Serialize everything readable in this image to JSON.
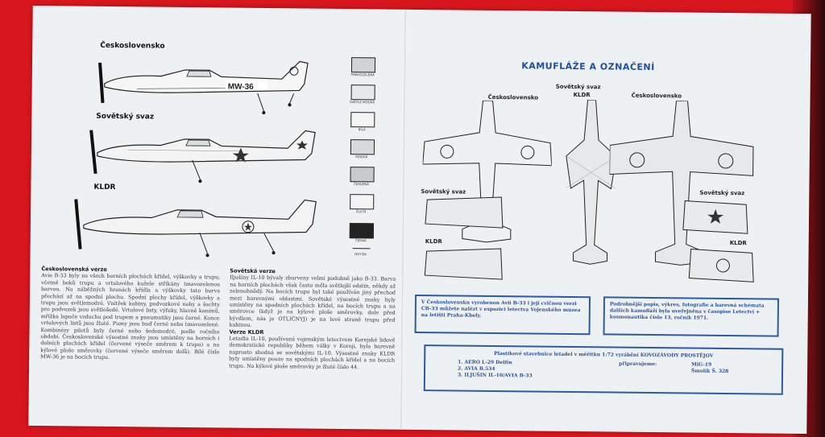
{
  "left": {
    "labels": {
      "cs": "Československo",
      "su": "Sovětský svaz",
      "kldr": "KLDR"
    },
    "plane_code": "MW-36",
    "legend": [
      "TMAVOZELENÁ",
      "SVĚTLE MODRÁ",
      "BÍLÁ",
      "MODRÁ",
      "ČERVENÁ",
      "ŽLUTÁ",
      "ČERNÁ",
      "ODTISK"
    ],
    "col1": {
      "heading": "Československá verze",
      "text": "Avie B-33 byly na všech horních plochách křídel, výškovky a trupu, včetně boků trupu a vrtulového kužele stříkány tmavozelenou barvou. Na náběžných hranách křídla a výškovky tato barva přechází až na spodní plochu. Spodní plochy křídel, výškovky a trupu jsou světlemodré. Vnitřek kabiny, podvozkové nohy a šachty pro podvozek jsou světlešedé. Vrtulové listy, výfuky, hlavně kanónů, mřížka lapače vzduchu pod trupem a pneumatiky jsou černé. Konce vrtulových listů jsou žluté. Pumy jsou buď černé nebo tmavozelené. Kombinézy pilotů byly černé nebo šedomodré, podle ročního období. Československé výsostné znaky jsou umístěny na horních i dolních plochách křídel (červené výseče směrem k trupu) a na kýlové ploše směrovky (červené výseče směrem dolů). Bílé číslo MW-36 je na bocích trupu."
    },
    "col2": {
      "heading": "Sovětská verze",
      "text1": "Iljušiny IL-10 bývaly zbarveny velmi podobně jako B-33. Barva na horních plochách však často měla světlejší odstín, někdy až zelenohnědý. Na bocích trupu byl také používán jiný přechod mezi barevnými oblastmi. Sovětské výsostné znaky byly umístěny na spodních plochách křídel, na bocích trupu a na směrovce (když je na kýlové ploše směrovky, dole před kývdlem, nás je OTLIČNYJ) je na levé straně trupu před kabinou.",
      "heading2": "Verze KLDR",
      "text2": "Letadla IL-10, používaná vojenským letectvem Korejské lidově demokratické republiky během války v Koreji, byla barevně naprosto shodná se sovětskými IL-10. Výsostné znaky KLDR byly umístěny pouze na spodních plochách křídel a na bocích trupu. Na kýlové ploše směrovky je žluté číslo 44."
    }
  },
  "right": {
    "title": "KAMUFLÁŽE A OZNAČENÍ",
    "labels": {
      "cs_left": "Československo",
      "su_kldr_top": "Sovětský svaz",
      "kldr_top": "KLDR",
      "cs_right": "Československo",
      "su_left": "Sovětský svaz",
      "kldr_left": "KLDR",
      "su_right": "Sovětský svaz",
      "kldr_right": "KLDR"
    },
    "box_left": "V Československu vyrobenou Avii B-33 i její cvičnou verzi CB-33 můžete nalézt v expozici letectva Vojenského muzea na letišti Praha-Kbely.",
    "box_right": "Podrobnější popis, výkres, fotografie a barevná schémata dalších kamufláží byla uveřejněna v časopise Letectví + kosmonautika číslo 13, ročník 1971.",
    "bottom": {
      "line1": "Plastikové stavebnice letadel v měřítku 1:72 vyrábění KOVOZÁVODY PROSTĚJOV",
      "items": [
        "1. AERO L-29 Delfín",
        "2. AVIA B.534",
        "3. ILJUŠIN IL-10/AVIA B-33"
      ],
      "prep_label": "připravujeme:",
      "prep_items": [
        "MiG-19",
        "Šmolík Š. 328"
      ]
    }
  }
}
